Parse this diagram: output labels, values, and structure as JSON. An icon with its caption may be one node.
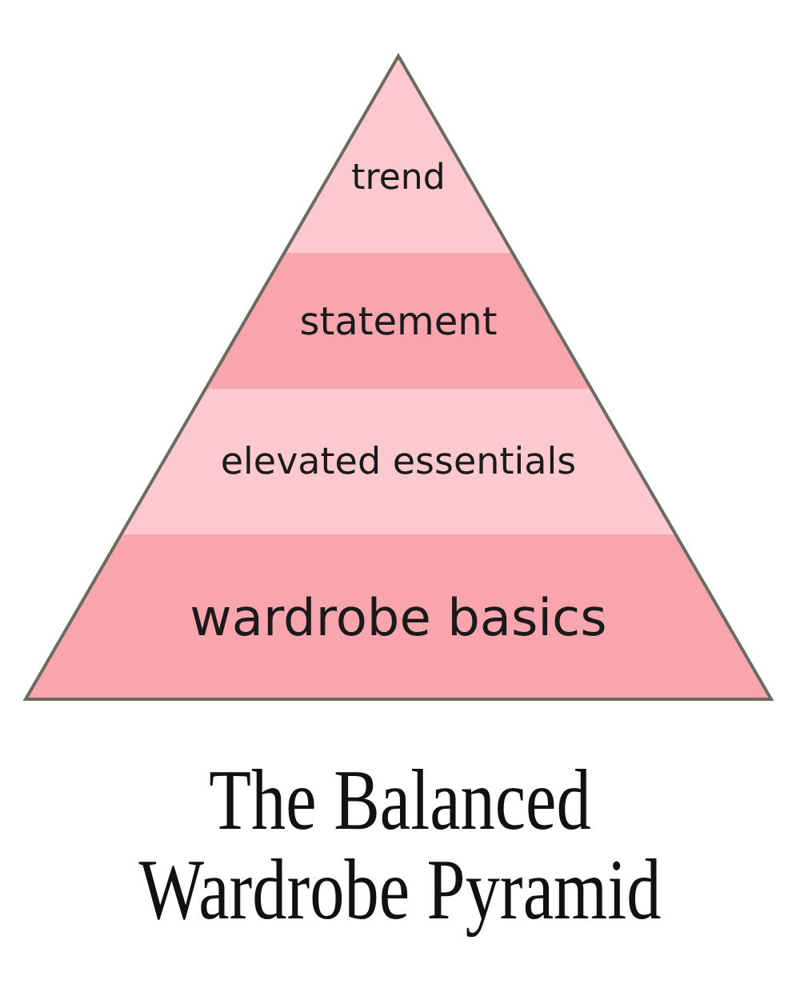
{
  "diagram": {
    "title": "The Balanced Wardrobe Pyramid",
    "nodes": [
      {
        "text": [
          "trend"
        ]
      },
      {
        "text": [
          "statement"
        ]
      },
      {
        "text": [
          "elevated essentials"
        ]
      },
      {
        "text": [
          "wardrobe basics"
        ]
      }
    ]
  }
}
